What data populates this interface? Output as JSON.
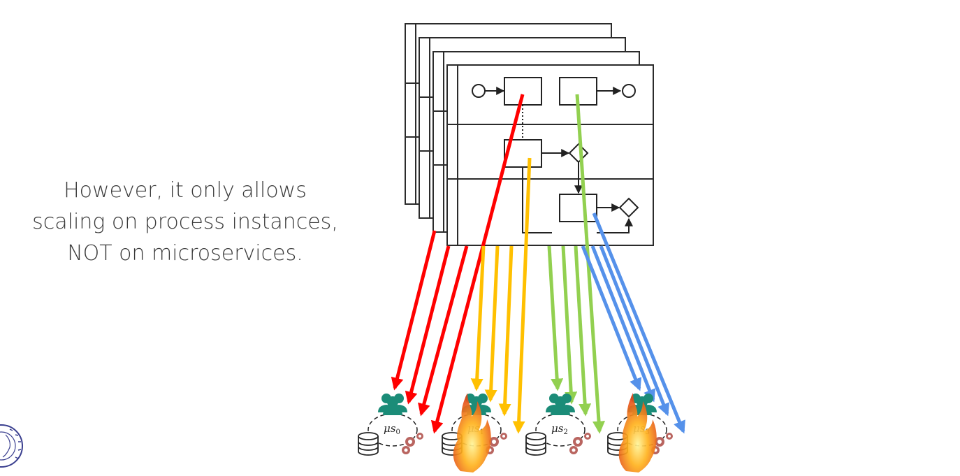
{
  "caption": {
    "lines": [
      "However, it only allows",
      "scaling on process instances,",
      "NOT on microservices."
    ]
  },
  "diagram": {
    "stacked_process_cards": 4,
    "microservices": [
      {
        "name": "μs",
        "index": "0",
        "overloaded": false
      },
      {
        "name": "μs",
        "index": "1",
        "overloaded": true
      },
      {
        "name": "μs",
        "index": "2",
        "overloaded": false
      },
      {
        "name": "μs",
        "index": "3",
        "overloaded": true
      }
    ],
    "colors": {
      "red": "#ff0000",
      "yellow": "#ffc000",
      "green": "#92d050",
      "blue": "#5591ea",
      "people": "#1b8c78",
      "gear": "#b96560",
      "line": "#222222"
    }
  }
}
